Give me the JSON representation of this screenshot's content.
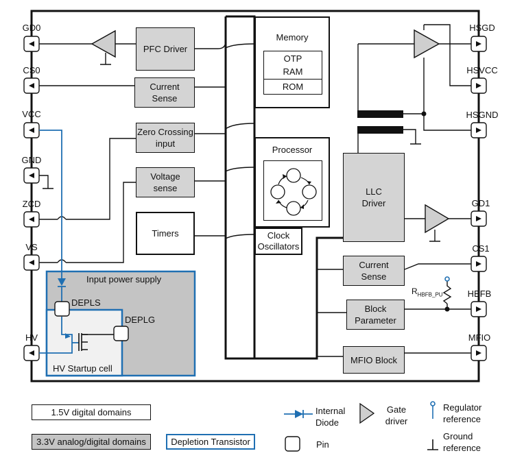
{
  "pins_left": {
    "gd0": "GD0",
    "cs0": "CS0",
    "vcc": "VCC",
    "gnd": "GND",
    "zcd": "ZCD",
    "vs": "VS",
    "hv": "HV"
  },
  "pins_right": {
    "hsgd": "HSGD",
    "hsvcc": "HSVCC",
    "hsgnd": "HSGND",
    "gd1": "GD1",
    "cs1": "CS1",
    "hbfb": "HBFB",
    "mfio": "MFIO"
  },
  "blocks": {
    "pfc_driver": "PFC Driver",
    "current_sense_left": "Current\nSense",
    "zero_crossing": "Zero Crossing\ninput",
    "voltage_sense": "Voltage\nsense",
    "timers": "Timers",
    "memory": "Memory",
    "otp": "OTP",
    "ram": "RAM",
    "rom": "ROM",
    "processor": "Processor",
    "clock_osc": "Clock\nOscillators",
    "llc_driver": "LLC\nDriver",
    "current_sense_right": "Current\nSense",
    "block_parameter": "Block\nParameter",
    "mfio_block": "MFIO Block"
  },
  "power_supply": {
    "title": "Input power supply",
    "depls": "DEPLS",
    "deplg": "DEPLG",
    "hv_startup": "HV Startup cell"
  },
  "resistor": {
    "label": "R",
    "subscript": "HBFB_PU"
  },
  "legend": {
    "digital_15": "1.5V digital domains",
    "analog_33": "3.3V analog/digital domains",
    "depletion": "Depletion Transistor",
    "internal_diode": "Internal\nDiode",
    "gate_driver": "Gate\ndriver",
    "regulator_ref": "Regulator\nreference",
    "pin": "Pin",
    "ground_ref": "Ground\nreference"
  },
  "colors": {
    "blue": "#1f6fb2",
    "gray_fill": "#d4d4d4",
    "dark_gray_fill": "#c4c4c4",
    "light_fill": "#f1f1f1",
    "line": "#111111"
  }
}
